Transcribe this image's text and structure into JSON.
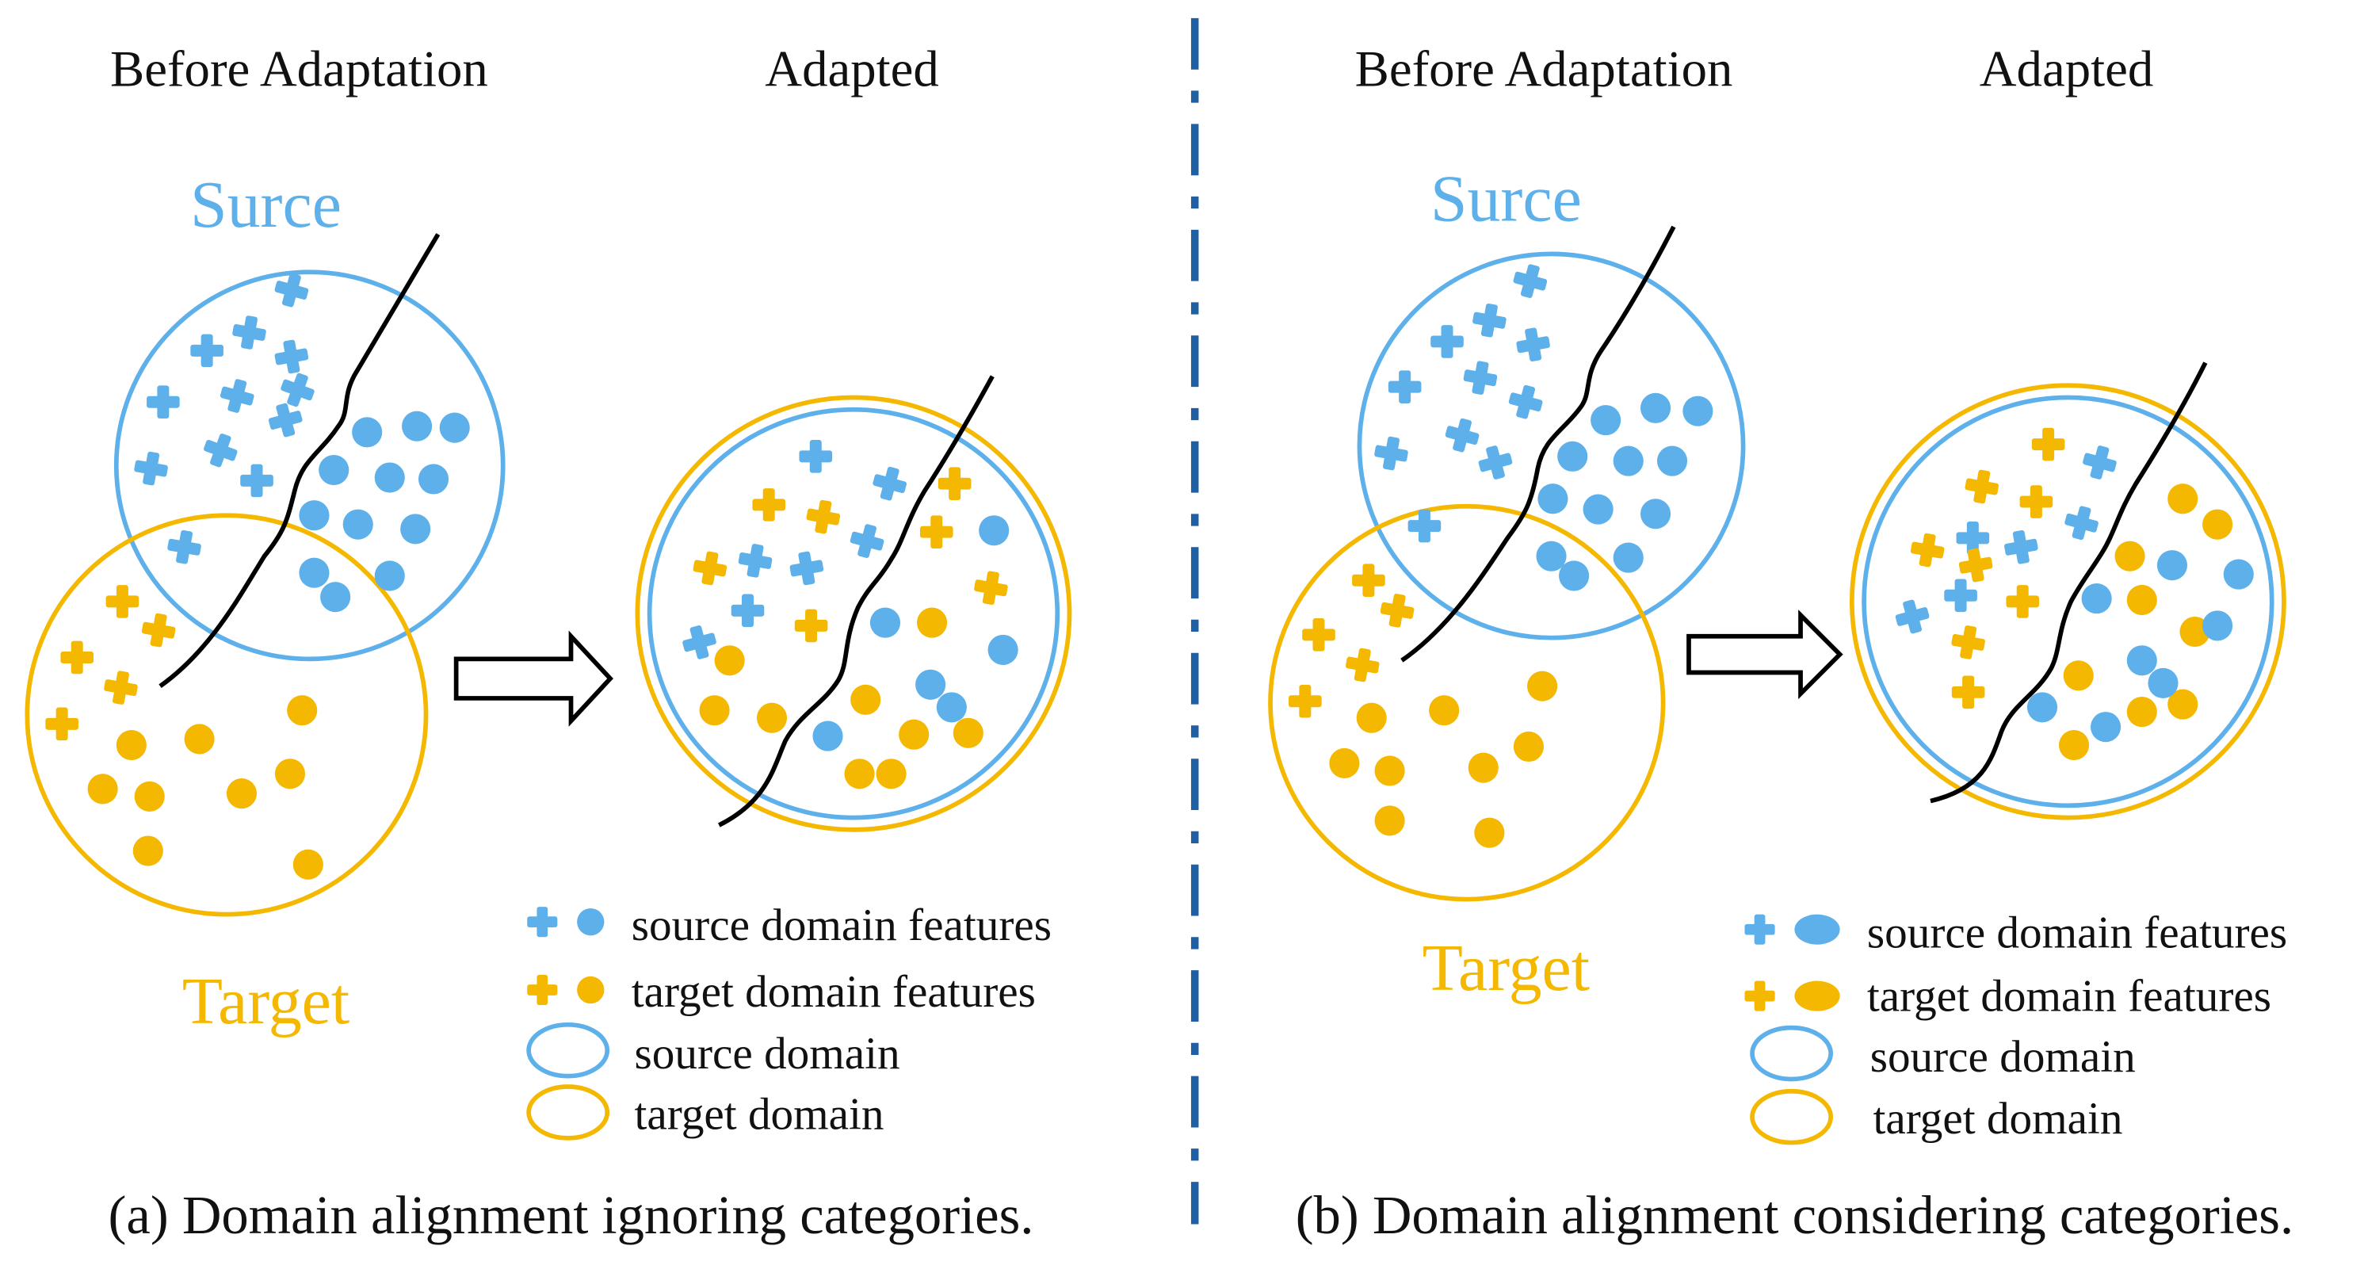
{
  "colors": {
    "source": "#5eb0ea",
    "target": "#f5b800",
    "divider": "#1f5fa3",
    "boundary": "#000000",
    "text": "#111111"
  },
  "panel_a": {
    "label_before": "Before Adaptation",
    "label_adapted": "Adapted",
    "source_label": "Surce",
    "target_label": "Target",
    "caption": "(a) Domain alignment ignoring categories.",
    "legend": {
      "source_features": "source domain features",
      "target_features": "target domain features",
      "source_domain": "source domain",
      "target_domain": "target domain"
    }
  },
  "panel_b": {
    "label_before": "Before Adaptation",
    "label_adapted": "Adapted",
    "source_label": "Surce",
    "target_label": "Target",
    "caption": "(b) Domain alignment considering categories.",
    "legend": {
      "source_features": "source domain features",
      "target_features": "target domain features",
      "source_domain": "source domain",
      "target_domain": "target domain"
    }
  }
}
